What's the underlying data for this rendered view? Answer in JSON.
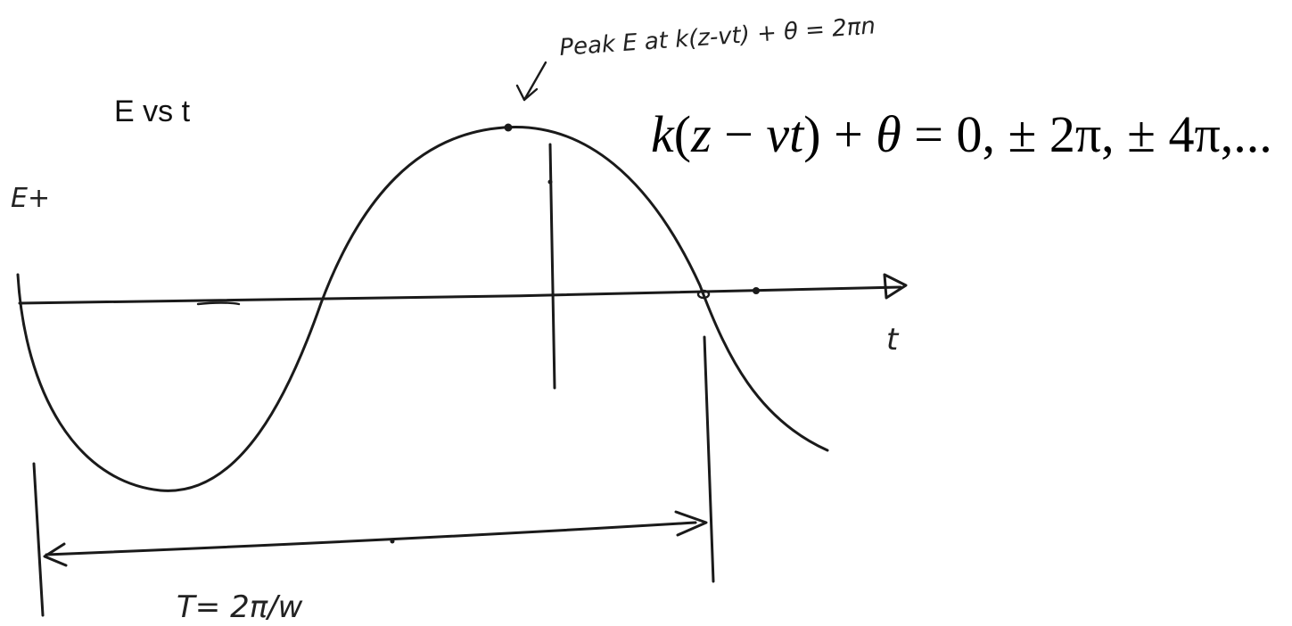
{
  "diagram": {
    "title": "E vs t",
    "y_axis_label": "E+",
    "x_axis_label": "t",
    "peak_annotation": "Peak E at k(z-vt) + θ = 2πn",
    "equation": {
      "k": "k",
      "open": "(",
      "z": "z",
      "minus": " − ",
      "vt": "vt",
      "close": ")",
      "plus": " + ",
      "theta": "θ",
      "rest": " = 0, ± 2π, ± 4π,..."
    },
    "period_label": "T= 2π/w"
  }
}
